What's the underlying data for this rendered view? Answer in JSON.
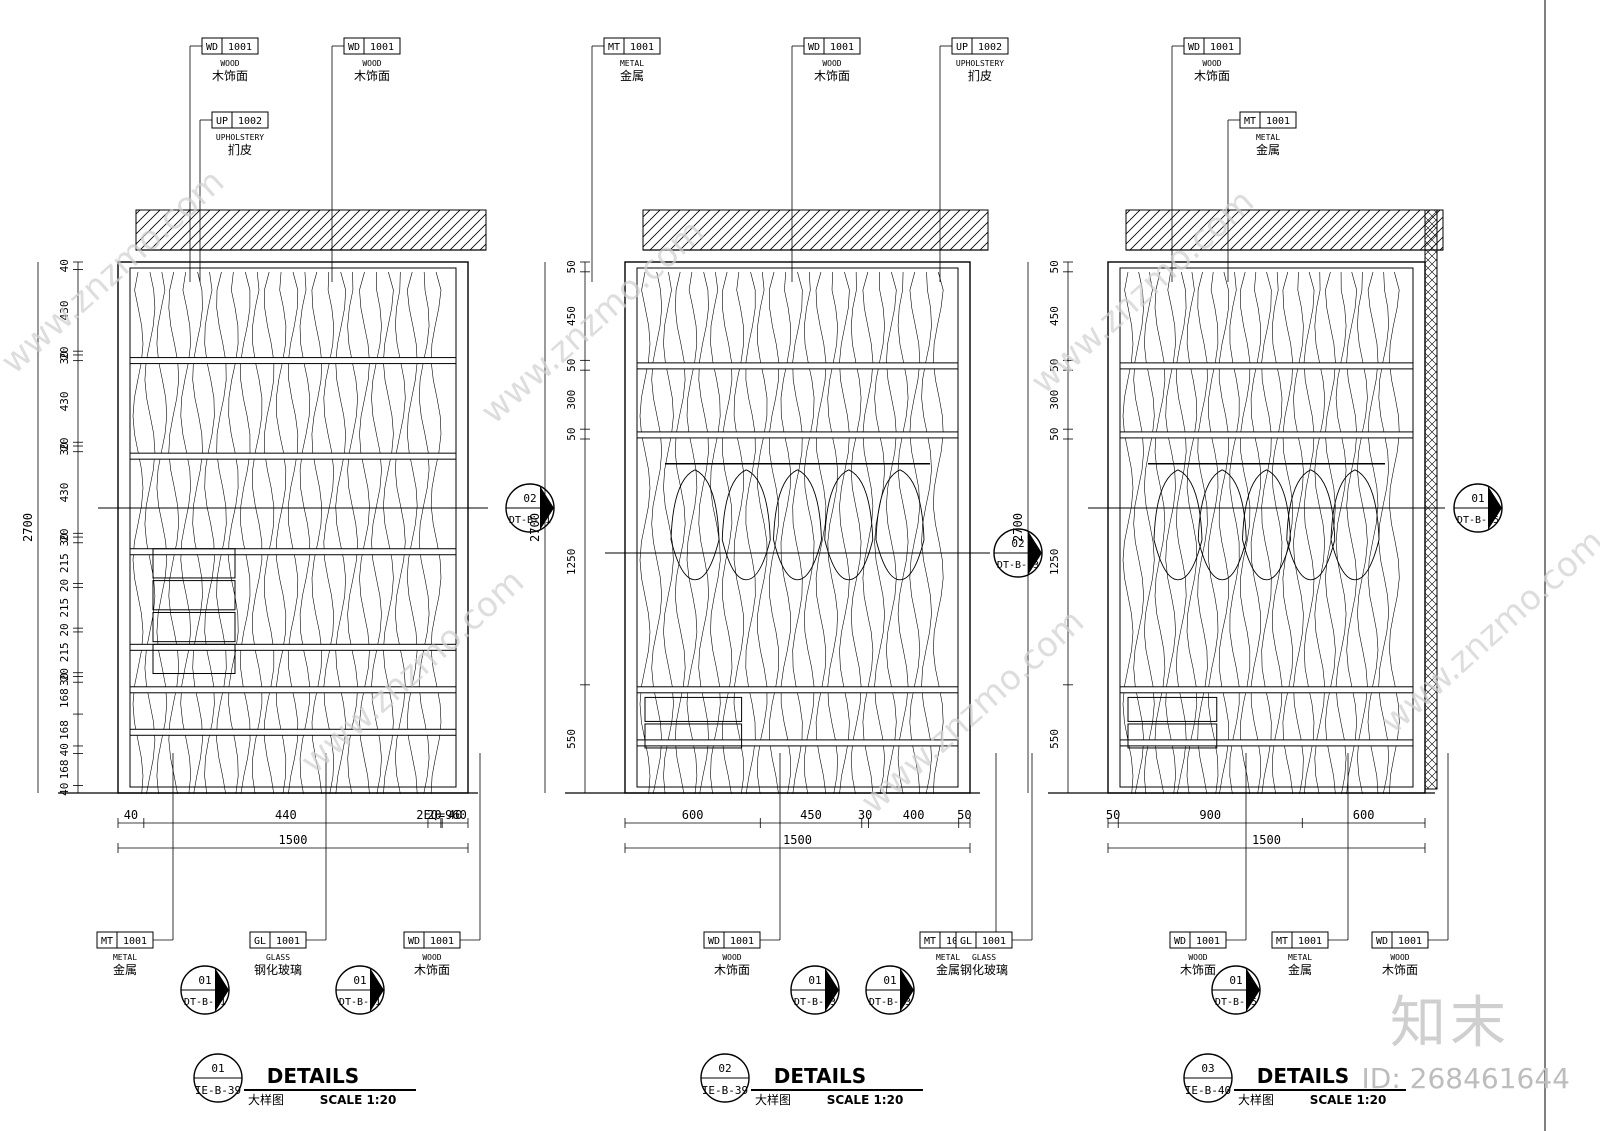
{
  "drawings": [
    {
      "key": "d1",
      "tag_num": "01",
      "tag_ref": "IE-B-39",
      "title": "DETAILS",
      "subtitle": "大样图",
      "scale": "SCALE 1:20",
      "height_total": "2700",
      "v_dims": [
        "40",
        "430",
        "20",
        "30",
        "430",
        "20",
        "30",
        "430",
        "20",
        "30",
        "215",
        "20",
        "215",
        "20",
        "215",
        "20",
        "30",
        "168",
        "168",
        "40",
        "168",
        "40"
      ],
      "h_dims": [
        "40",
        "440",
        "20",
        "2EQ=960",
        "40"
      ],
      "width_total": "1500",
      "section_tags": [
        {
          "num": "01",
          "ref": "DT-B-11"
        },
        {
          "num": "01",
          "ref": "DT-B-11"
        },
        {
          "num": "02",
          "ref": "DT-B-11"
        }
      ],
      "top_labels": [
        {
          "code": "WD",
          "num": "1001",
          "en": "WOOD",
          "cn": "木饰面"
        },
        {
          "code": "WD",
          "num": "1001",
          "en": "WOOD",
          "cn": "木饰面"
        },
        {
          "code": "UP",
          "num": "1002",
          "en": "UPHOLSTERY",
          "cn": "扪皮"
        }
      ],
      "bottom_labels": [
        {
          "code": "MT",
          "num": "1001",
          "en": "METAL",
          "cn": "金属"
        },
        {
          "code": "GL",
          "num": "1001",
          "en": "GLASS",
          "cn": "钢化玻璃"
        },
        {
          "code": "WD",
          "num": "1001",
          "en": "WOOD",
          "cn": "木饰面"
        }
      ]
    },
    {
      "key": "d2",
      "tag_num": "02",
      "tag_ref": "IE-B-39",
      "title": "DETAILS",
      "subtitle": "大样图",
      "scale": "SCALE 1:20",
      "height_total": "2700",
      "v_dims": [
        "50",
        "450",
        "50",
        "300",
        "50",
        "1250",
        "550"
      ],
      "h_dims": [
        "600",
        "450",
        "30",
        "400",
        "50"
      ],
      "width_total": "1500",
      "section_tags": [
        {
          "num": "01",
          "ref": "DT-B-13"
        },
        {
          "num": "01",
          "ref": "DT-B-13"
        },
        {
          "num": "02",
          "ref": "DT-B-13"
        }
      ],
      "top_labels": [
        {
          "code": "MT",
          "num": "1001",
          "en": "METAL",
          "cn": "金属"
        },
        {
          "code": "WD",
          "num": "1001",
          "en": "WOOD",
          "cn": "木饰面"
        },
        {
          "code": "UP",
          "num": "1002",
          "en": "UPHOLSTERY",
          "cn": "扪皮"
        }
      ],
      "bottom_labels": [
        {
          "code": "WD",
          "num": "1001",
          "en": "WOOD",
          "cn": "木饰面"
        },
        {
          "code": "MT",
          "num": "1001",
          "en": "METAL",
          "cn": "金属"
        },
        {
          "code": "GL",
          "num": "1001",
          "en": "GLASS",
          "cn": "钢化玻璃"
        }
      ]
    },
    {
      "key": "d3",
      "tag_num": "03",
      "tag_ref": "IE-B-40",
      "title": "DETAILS",
      "subtitle": "大样图",
      "scale": "SCALE 1:20",
      "height_total": "2700",
      "v_dims": [
        "50",
        "450",
        "50",
        "300",
        "50",
        "1250",
        "550"
      ],
      "h_dims": [
        "50",
        "900",
        "600"
      ],
      "width_total": "1500",
      "section_tags": [
        {
          "num": "01",
          "ref": "DT-B-15"
        },
        {
          "num": "01",
          "ref": "DT-B-15"
        }
      ],
      "top_labels": [
        {
          "code": "WD",
          "num": "1001",
          "en": "WOOD",
          "cn": "木饰面"
        },
        {
          "code": "MT",
          "num": "1001",
          "en": "METAL",
          "cn": "金属"
        }
      ],
      "bottom_labels": [
        {
          "code": "WD",
          "num": "1001",
          "en": "WOOD",
          "cn": "木饰面"
        },
        {
          "code": "MT",
          "num": "1001",
          "en": "METAL",
          "cn": "金属"
        },
        {
          "code": "WD",
          "num": "1001",
          "en": "WOOD",
          "cn": "木饰面"
        }
      ]
    }
  ],
  "watermark": {
    "logo": "知末",
    "id": "ID: 268461644",
    "site": "www.znzmo.com"
  },
  "colors": {
    "line": "#000000",
    "watermark": "#cccccc"
  }
}
